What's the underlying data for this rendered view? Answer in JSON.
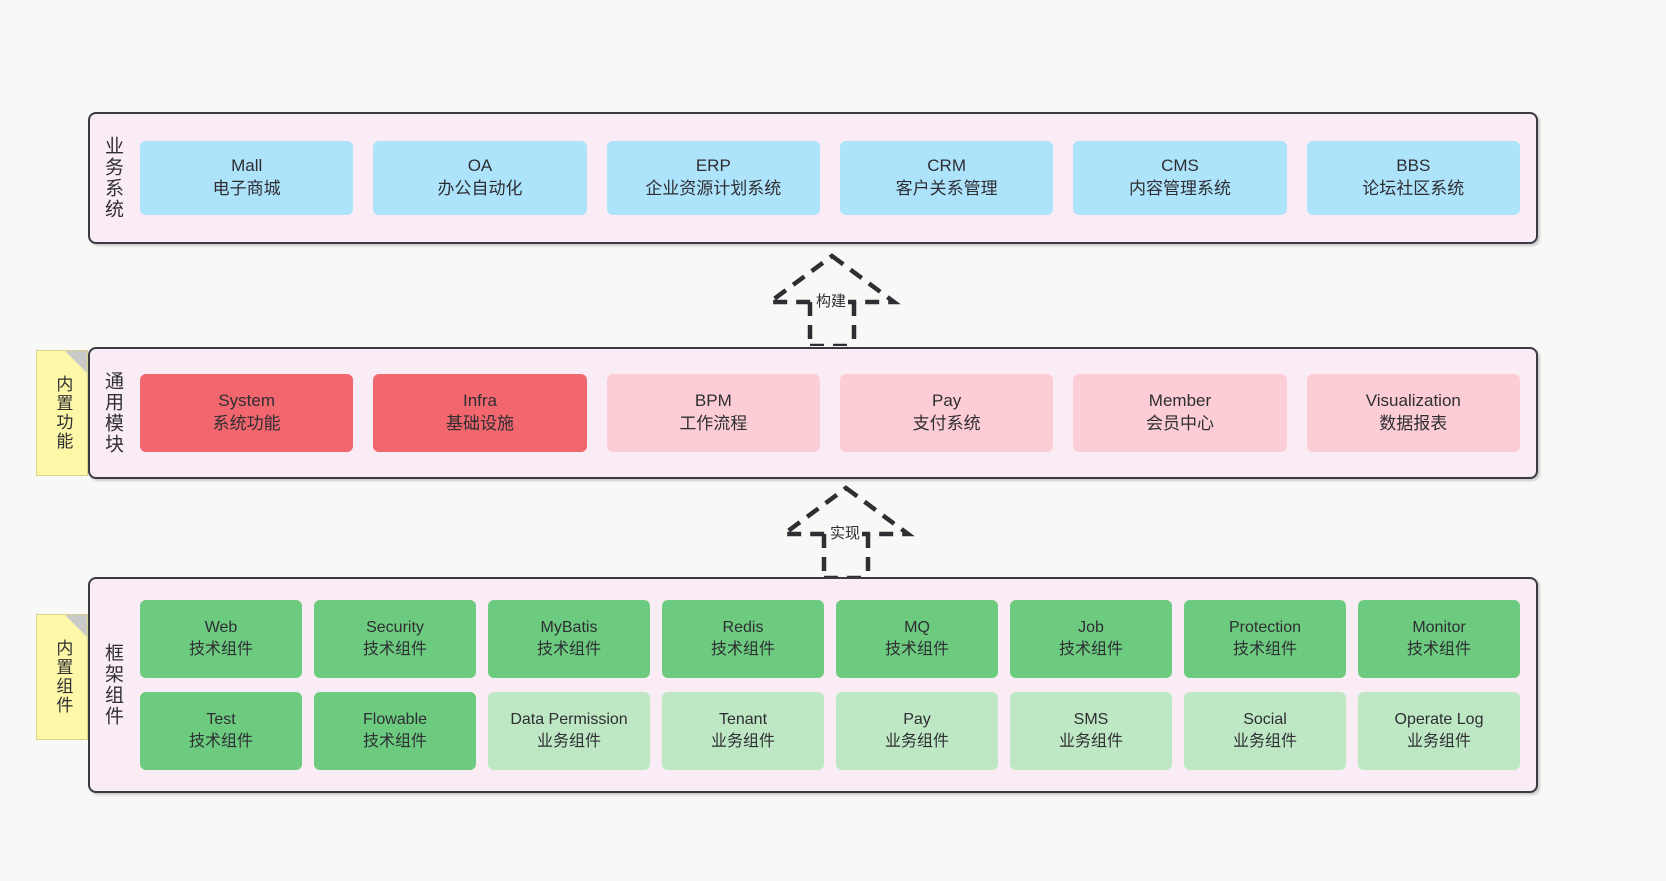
{
  "diagram": {
    "background_color": "#f8f8f7",
    "layer_fill": "#faecf5",
    "layer_border": "#3a3a44"
  },
  "notes": [
    {
      "label": "内置功能",
      "color": "#fdf8a8"
    },
    {
      "label": "内置组件",
      "color": "#fdf8a8"
    }
  ],
  "arrows": [
    {
      "label": "构建",
      "style": "dashed-generalization"
    },
    {
      "label": "实现",
      "style": "dashed-generalization"
    }
  ],
  "layers": [
    {
      "id": "business",
      "label": "业务系统",
      "node_color": "#ade3fb",
      "rows": [
        [
          {
            "title": "Mall",
            "sub": "电子商城",
            "color": "#ade3fb"
          },
          {
            "title": "OA",
            "sub": "办公自动化",
            "color": "#ade3fb"
          },
          {
            "title": "ERP",
            "sub": "企业资源计划系统",
            "color": "#ade3fb"
          },
          {
            "title": "CRM",
            "sub": "客户关系管理",
            "color": "#ade3fb"
          },
          {
            "title": "CMS",
            "sub": "内容管理系统",
            "color": "#ade3fb"
          },
          {
            "title": "BBS",
            "sub": "论坛社区系统",
            "color": "#ade3fb"
          }
        ]
      ]
    },
    {
      "id": "common",
      "label": "通用模块",
      "node_color": "#fccdd5",
      "rows": [
        [
          {
            "title": "System",
            "sub": "系统功能",
            "color": "#f2666e"
          },
          {
            "title": "Infra",
            "sub": "基础设施",
            "color": "#f2666e"
          },
          {
            "title": "BPM",
            "sub": "工作流程",
            "color": "#fccdd5"
          },
          {
            "title": "Pay",
            "sub": "支付系统",
            "color": "#fccdd5"
          },
          {
            "title": "Member",
            "sub": "会员中心",
            "color": "#fccdd5"
          },
          {
            "title": "Visualization",
            "sub": "数据报表",
            "color": "#fccdd5"
          }
        ]
      ]
    },
    {
      "id": "framework",
      "label": "框架组件",
      "node_color": "#6ccb7f",
      "rows": [
        [
          {
            "title": "Web",
            "sub": "技术组件",
            "color": "#6ccb7f"
          },
          {
            "title": "Security",
            "sub": "技术组件",
            "color": "#6ccb7f"
          },
          {
            "title": "MyBatis",
            "sub": "技术组件",
            "color": "#6ccb7f"
          },
          {
            "title": "Redis",
            "sub": "技术组件",
            "color": "#6ccb7f"
          },
          {
            "title": "MQ",
            "sub": "技术组件",
            "color": "#6ccb7f"
          },
          {
            "title": "Job",
            "sub": "技术组件",
            "color": "#6ccb7f"
          },
          {
            "title": "Protection",
            "sub": "技术组件",
            "color": "#6ccb7f"
          },
          {
            "title": "Monitor",
            "sub": "技术组件",
            "color": "#6ccb7f"
          }
        ],
        [
          {
            "title": "Test",
            "sub": "技术组件",
            "color": "#6ccb7f"
          },
          {
            "title": "Flowable",
            "sub": "技术组件",
            "color": "#6ccb7f"
          },
          {
            "title": "Data Permission",
            "sub": "业务组件",
            "color": "#bee8c4"
          },
          {
            "title": "Tenant",
            "sub": "业务组件",
            "color": "#bee8c4"
          },
          {
            "title": "Pay",
            "sub": "业务组件",
            "color": "#bee8c4"
          },
          {
            "title": "SMS",
            "sub": "业务组件",
            "color": "#bee8c4"
          },
          {
            "title": "Social",
            "sub": "业务组件",
            "color": "#bee8c4"
          },
          {
            "title": "Operate Log",
            "sub": "业务组件",
            "color": "#bee8c4"
          }
        ]
      ]
    }
  ]
}
